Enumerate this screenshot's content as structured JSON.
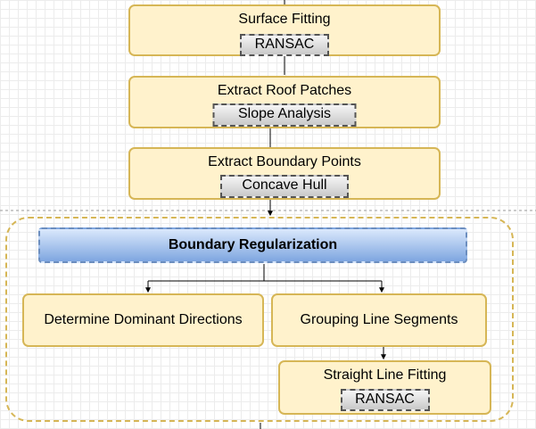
{
  "steps": [
    {
      "title": "Surface Fitting",
      "method": "RANSAC"
    },
    {
      "title": "Extract Roof Patches",
      "method": "Slope Analysis"
    },
    {
      "title": "Extract Boundary Points",
      "method": "Concave Hull"
    }
  ],
  "group": {
    "header": "Boundary Regularization",
    "dominant_directions": "Determine Dominant Directions",
    "grouping": "Grouping Line Segments",
    "line_fitting": {
      "title": "Straight Line Fitting",
      "method": "RANSAC"
    }
  },
  "colors": {
    "process_fill": "#fff2cc",
    "process_border": "#d6b656",
    "header_fill_top": "#dae8fc",
    "header_fill_bottom": "#7ea6e0",
    "tag_border": "#555555"
  }
}
